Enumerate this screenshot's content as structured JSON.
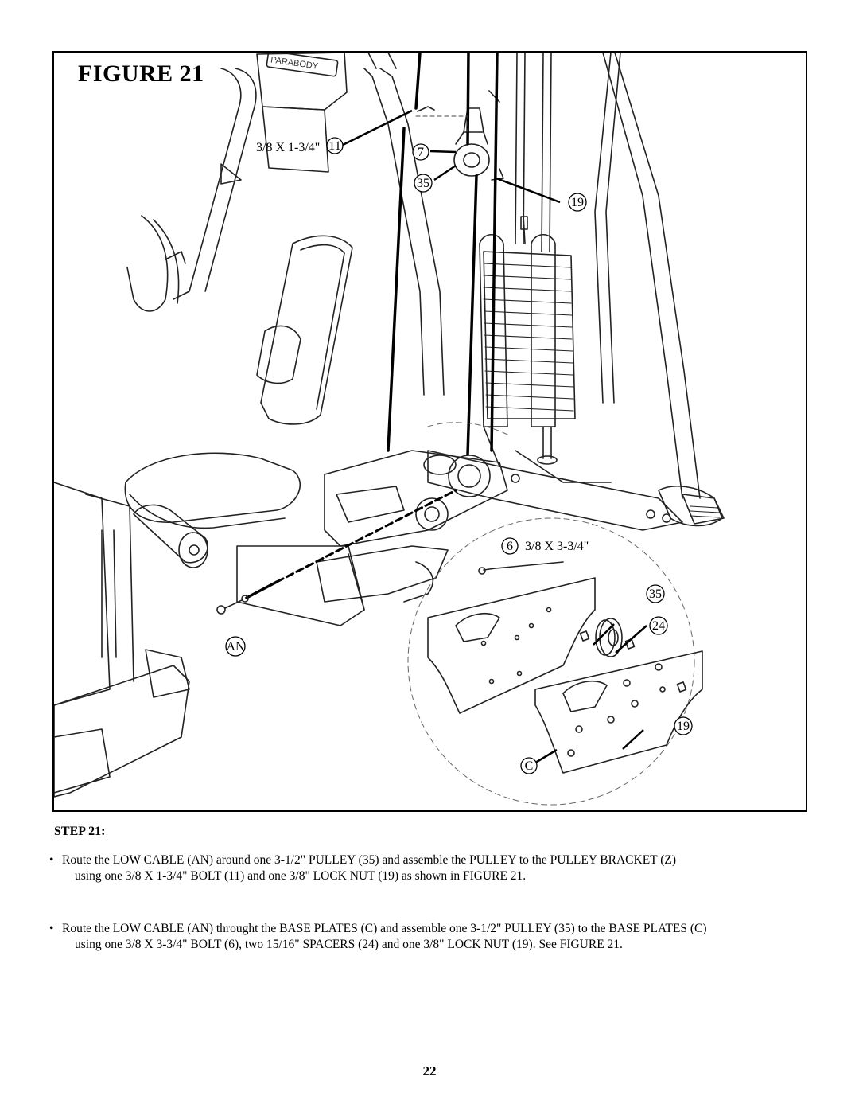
{
  "figure": {
    "title": "FIGURE 21",
    "brand_text": "PARABODY",
    "callouts": {
      "bolt_11_spec": "3/8 X 1-3/4\"",
      "bolt_11_num": "11",
      "part_7": "7",
      "part_35_top": "35",
      "part_19_top": "19",
      "bolt_6_num": "6",
      "bolt_6_spec": "3/8 X 3-3/4\"",
      "part_35_detail": "35",
      "part_24": "24",
      "part_19_detail": "19",
      "part_c": "C",
      "part_an": "AN"
    }
  },
  "step": {
    "title": "STEP 21:",
    "bullets": [
      {
        "line1": "Route the LOW CABLE (AN) around one 3-1/2\" PULLEY (35) and assemble the PULLEY to the PULLEY BRACKET (Z)",
        "line2": "using  one 3/8 X 1-3/4\" BOLT (11) and one 3/8\" LOCK NUT (19) as shown in FIGURE 21."
      },
      {
        "line1": "Route the  LOW CABLE (AN) throught the BASE PLATES (C) and assemble one 3-1/2\" PULLEY (35) to the BASE PLATES (C)",
        "line2": "using one 3/8 X 3-3/4\" BOLT (6),  two 15/16\" SPACERS (24) and one 3/8\" LOCK NUT (19). See FIGURE 21."
      }
    ],
    "bullet_symbol": "•"
  },
  "page_number": "22"
}
